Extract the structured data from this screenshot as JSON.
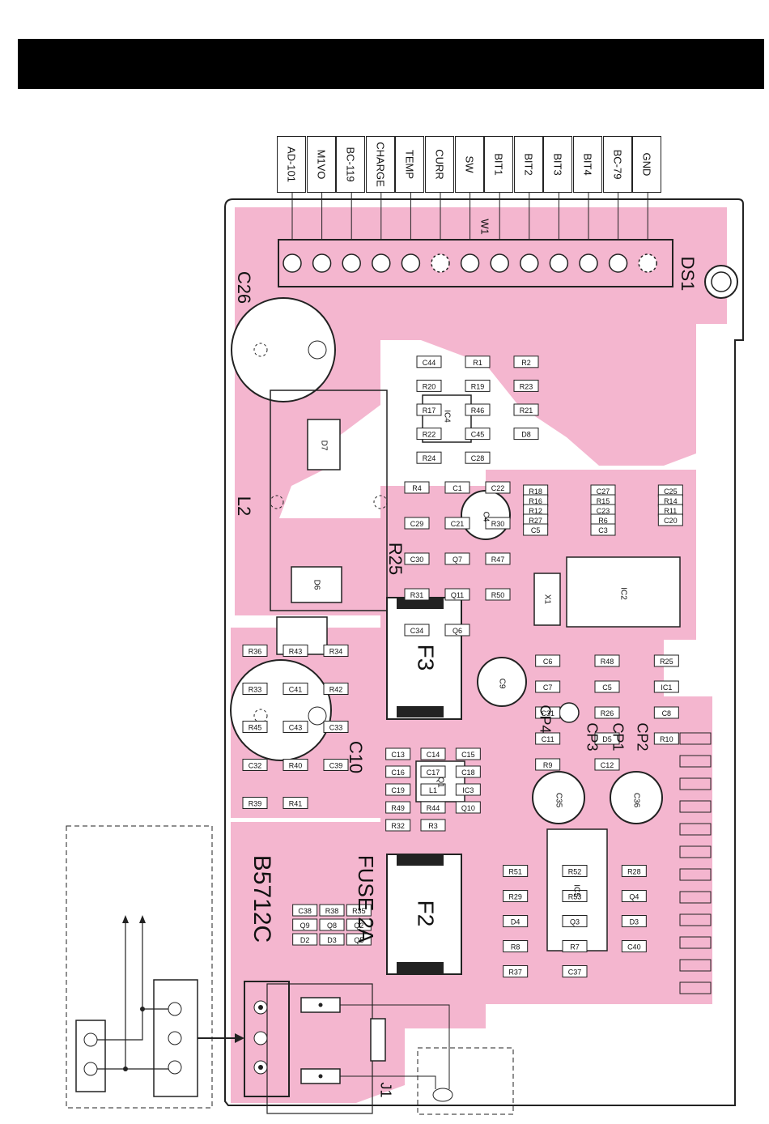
{
  "connector": {
    "pins": [
      "AD-101",
      "M1VO",
      "BC-119",
      "CHARGE",
      "TEMP",
      "CURR",
      "SW",
      "BIT1",
      "BIT2",
      "BIT3",
      "BIT4",
      "BC-79",
      "GND"
    ]
  },
  "board": {
    "color": "#f4b6cf",
    "connector_label": "W1",
    "indicator_label": "DS1",
    "model_label": "B5712C",
    "fuse_label": "FUSE 2A",
    "jumper_label": "J1",
    "big_parts": {
      "c26": "C26",
      "c10": "C10",
      "l2": "L2",
      "r25": "R25",
      "f3": "F3",
      "f2": "F2",
      "c35": "C35",
      "c36": "C36",
      "ic2": "IC2",
      "ic4": "IC4",
      "ic5": "IC5",
      "d6": "D6",
      "d7": "D7",
      "c4": "C4",
      "c9": "C9",
      "q1": "Q1",
      "x1": "X1",
      "cp1": "CP1",
      "cp2": "CP2",
      "cp3": "CP3",
      "cp4": "CP4"
    },
    "small_labels": [
      "C44",
      "R1",
      "R2",
      "R20",
      "R19",
      "R23",
      "R17",
      "R46",
      "R21",
      "R22",
      "C45",
      "D8",
      "R24",
      "C28",
      "R18",
      "C27",
      "C25",
      "R16",
      "R15",
      "R14",
      "R12",
      "C23",
      "R11",
      "R27",
      "R6",
      "C20",
      "C5",
      "C3",
      "R4",
      "C1",
      "C22",
      "C29",
      "C21",
      "R30",
      "C30",
      "Q7",
      "R47",
      "R31",
      "Q11",
      "R50",
      "C34",
      "Q6",
      "C6",
      "R48",
      "R25",
      "C7",
      "C5",
      "IC1",
      "C31",
      "R26",
      "C8",
      "C11",
      "D5",
      "R10",
      "R9",
      "C12",
      "C13",
      "C14",
      "C15",
      "C16",
      "C17",
      "C18",
      "C19",
      "L1",
      "IC3",
      "R49",
      "R44",
      "Q10",
      "R32",
      "R3",
      "R51",
      "R52",
      "R28",
      "R29",
      "R53",
      "Q4",
      "D4",
      "Q3",
      "D3",
      "R8",
      "R7",
      "C40",
      "R37",
      "C37",
      "R36",
      "R43",
      "R34",
      "R33",
      "C41",
      "R42",
      "R45",
      "C43",
      "C33",
      "C32",
      "R40",
      "C39",
      "R39",
      "R41",
      "C38",
      "R38",
      "R35",
      "Q9",
      "Q8",
      "Q2",
      "D2",
      "D3",
      "Q5"
    ]
  }
}
